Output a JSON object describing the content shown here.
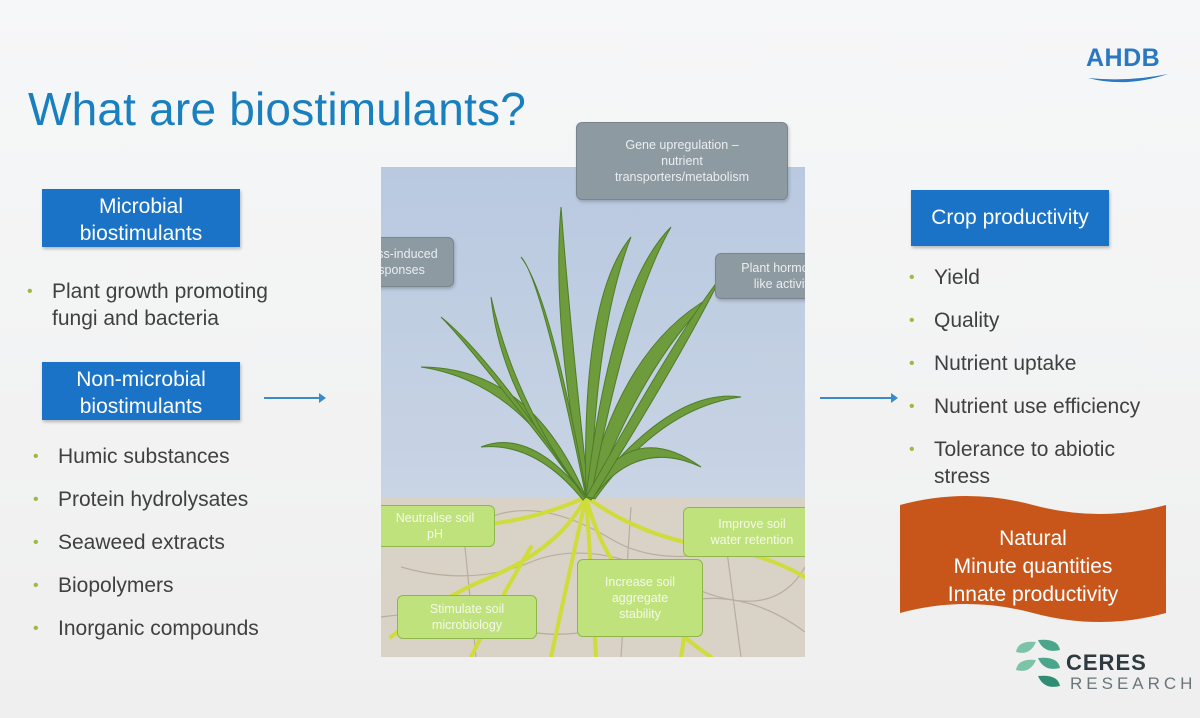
{
  "title": "What are biostimulants?",
  "logo": {
    "text": "AHDB",
    "color": "#2a78c2"
  },
  "left": {
    "microbial": {
      "heading_line1": "Microbial",
      "heading_line2": "biostimulants",
      "items": [
        "Plant growth promoting",
        "fungi and bacteria"
      ]
    },
    "non_microbial": {
      "heading_line1": "Non-microbial",
      "heading_line2": "biostimulants",
      "items": [
        "Humic substances",
        "Protein hydrolysates",
        "Seaweed extracts",
        "Biopolymers",
        "Inorganic compounds"
      ]
    }
  },
  "diagram": {
    "gene": {
      "line1": "Gene upregulation –",
      "line2": "nutrient",
      "line3": "transporters/metabolism"
    },
    "stress": {
      "line1": "Stress-induced",
      "line2": "responses"
    },
    "hormone": {
      "line1": "Plant hormone-",
      "line2": "like activity"
    },
    "ph": {
      "line1": "Neutralise soil",
      "line2": "pH"
    },
    "water": {
      "line1": "Improve soil",
      "line2": "water retention"
    },
    "aggregate": {
      "line1": "Increase soil",
      "line2": "aggregate",
      "line3": "stability"
    },
    "microbiology": {
      "line1": "Stimulate soil",
      "line2": "microbiology"
    }
  },
  "right": {
    "heading": "Crop productivity",
    "items": [
      "Yield",
      "Quality",
      "Nutrient uptake",
      "Nutrient use efficiency",
      "Tolerance to abiotic",
      "stress"
    ]
  },
  "callout": {
    "line1": "Natural",
    "line2": "Minute quantities",
    "line3": "Innate productivity",
    "color": "#c8561a"
  },
  "footer_logo": {
    "word": "CERES",
    "sub": "RESEARCH"
  },
  "colors": {
    "accent_blue": "#1a73c6",
    "title_blue": "#1a7fbf",
    "bullet_green": "#9abb3d"
  }
}
